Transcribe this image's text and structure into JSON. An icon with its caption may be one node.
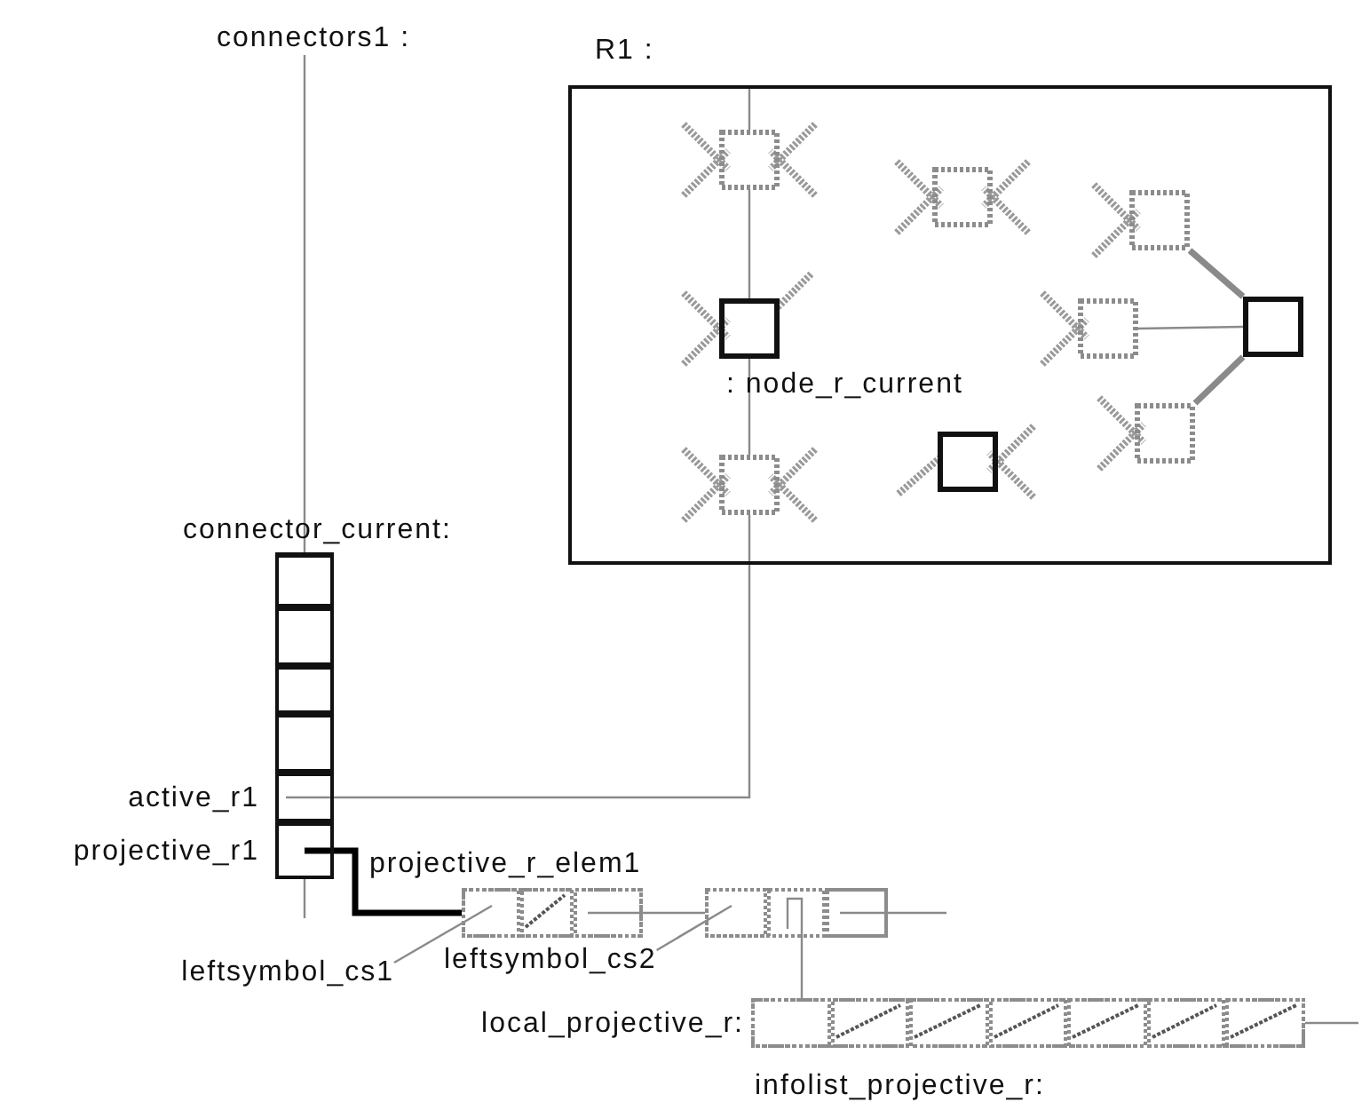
{
  "diagram": {
    "nodes": [
      {
        "text": [
          "connectors1 :"
        ]
      },
      {
        "text": [
          "R1 :"
        ]
      },
      {
        "text": [],
        "shape": "box",
        "in": 1
      },
      {
        "text": [],
        "shape": "box",
        "in": 1,
        "beside": [
          ": node_r_current"
        ]
      },
      {
        "text": [],
        "shape": "box",
        "in": 1
      },
      {
        "text": [],
        "shape": "box",
        "in": 1
      },
      {
        "text": [],
        "shape": "box",
        "in": 1
      },
      {
        "text": [],
        "shape": "box",
        "in": 1
      },
      {
        "text": [],
        "shape": "box",
        "in": 1
      },
      {
        "text": [],
        "shape": "box",
        "in": 1
      },
      {
        "text": [],
        "shape": "box",
        "in": 1
      },
      {
        "text": [
          "connector_current:"
        ]
      },
      {
        "text": [],
        "shape": "box",
        "in": 11
      },
      {
        "text": [],
        "shape": "box",
        "in": 11
      },
      {
        "text": [],
        "shape": "box",
        "in": 11
      },
      {
        "text": [],
        "shape": "box",
        "in": 11
      },
      {
        "text": [],
        "shape": "box",
        "in": 11,
        "beside": [
          "active_r1"
        ]
      },
      {
        "text": [],
        "shape": "box",
        "in": 11,
        "beside": [
          "projective_r1"
        ]
      },
      {
        "text": [
          "projective_r_elem1"
        ]
      },
      {
        "text": [],
        "shape": "box",
        "in": 18
      },
      {
        "text": [],
        "shape": "box",
        "in": 18
      },
      {
        "text": [],
        "shape": "box",
        "in": 18
      },
      {
        "text": [],
        "shape": "box"
      },
      {
        "text": [],
        "shape": "box",
        "in": 22
      },
      {
        "text": [],
        "shape": "box",
        "in": 22
      },
      {
        "text": [],
        "shape": "box",
        "in": 22
      },
      {
        "text": [
          "local_projective_r:"
        ],
        "beside": [
          "infolist_projective_r:"
        ]
      },
      {
        "text": [],
        "shape": "box",
        "in": 26
      },
      {
        "text": [],
        "shape": "box",
        "in": 26
      },
      {
        "text": [],
        "shape": "box",
        "in": 26
      },
      {
        "text": [],
        "shape": "box",
        "in": 26
      },
      {
        "text": [],
        "shape": "box",
        "in": 26
      },
      {
        "text": [],
        "shape": "box",
        "in": 26
      },
      {
        "text": [],
        "shape": "box",
        "in": 26
      },
      {
        "text": [
          "leftsymbol_cs1"
        ]
      },
      {
        "text": [
          "leftsymbol_cs2"
        ]
      }
    ],
    "edges": [
      {
        "from": 0,
        "to": 11,
        "arrow": "none"
      },
      {
        "from": 11,
        "to": null,
        "arrow": "none"
      },
      {
        "from": 2,
        "to": 3,
        "arrow": "none"
      },
      {
        "from": 3,
        "to": 4,
        "arrow": "none"
      },
      {
        "from": 16,
        "to": 4,
        "arrow": "none"
      },
      {
        "from": 17,
        "to": 19,
        "arrow": "none",
        "style": "thick",
        "color": "#000000"
      },
      {
        "from": 21,
        "to": 23,
        "arrow": "none"
      },
      {
        "from": 24,
        "to": 27,
        "arrow": "none"
      },
      {
        "from": 25,
        "to": null,
        "arrow": "none"
      },
      {
        "from": 33,
        "to": null,
        "arrow": "none"
      },
      {
        "from": 34,
        "to": 19,
        "arrow": "none"
      },
      {
        "from": 35,
        "to": 23,
        "arrow": "none"
      },
      {
        "from": 7,
        "to": 9,
        "arrow": "none",
        "style": "thick"
      },
      {
        "from": 8,
        "to": 9,
        "arrow": "none"
      },
      {
        "from": 10,
        "to": 9,
        "arrow": "none",
        "style": "thick"
      },
      {
        "from": 2,
        "to": null,
        "arrow": "none"
      }
    ]
  }
}
